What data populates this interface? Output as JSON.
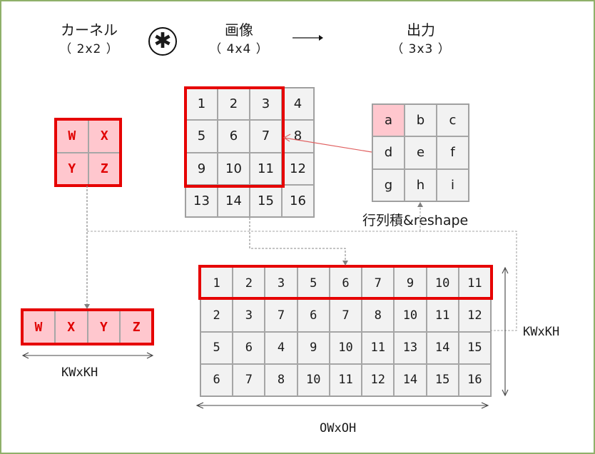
{
  "header": {
    "kernel": {
      "title": "カーネル",
      "size": "（ 2x2 ）"
    },
    "operator": "✱",
    "image": {
      "title": "画像",
      "size": "（ 4x4 ）"
    },
    "output": {
      "title": "出力",
      "size": "（ 3x3 ）"
    }
  },
  "kernel": {
    "cells": [
      "W",
      "X",
      "Y",
      "Z"
    ]
  },
  "image": {
    "cells": [
      "1",
      "2",
      "3",
      "4",
      "5",
      "6",
      "7",
      "8",
      "9",
      "10",
      "11",
      "12",
      "13",
      "14",
      "15",
      "16"
    ]
  },
  "output": {
    "cells": [
      "a",
      "b",
      "c",
      "d",
      "e",
      "f",
      "g",
      "h",
      "i"
    ],
    "highlighted": "a"
  },
  "kernel_row": {
    "cells": [
      "W",
      "X",
      "Y",
      "Z"
    ],
    "dim_label": "KWxKH"
  },
  "im2col": {
    "rows": [
      [
        "1",
        "2",
        "3",
        "5",
        "6",
        "7",
        "9",
        "10",
        "11"
      ],
      [
        "2",
        "3",
        "7",
        "6",
        "7",
        "8",
        "10",
        "11",
        "12"
      ],
      [
        "5",
        "6",
        "4",
        "9",
        "10",
        "11",
        "13",
        "14",
        "15"
      ],
      [
        "6",
        "7",
        "8",
        "10",
        "11",
        "12",
        "14",
        "15",
        "16"
      ]
    ],
    "width_label": "OWxOH",
    "height_label": "KWxKH"
  },
  "annotations": {
    "matmul_reshape": "行列積&reshape"
  },
  "colors": {
    "highlight_red": "#e60000",
    "kernel_fill": "#ffc7ce",
    "cell_fill": "#f2f2f2",
    "frame_green": "#8fb06a"
  }
}
